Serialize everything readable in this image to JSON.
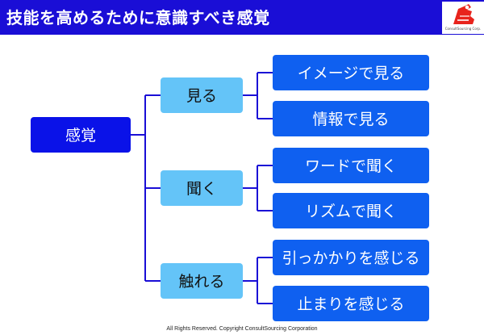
{
  "header": {
    "title": "技能を高めるために意識すべき感覚",
    "logo_text": "ConsultSourcing Corp."
  },
  "diagram": {
    "root": "感覚",
    "branches": [
      {
        "label": "見る",
        "children": [
          "イメージで見る",
          "情報で見る"
        ]
      },
      {
        "label": "聞く",
        "children": [
          "ワードで聞く",
          "リズムで聞く"
        ]
      },
      {
        "label": "触れる",
        "children": [
          "引っかかりを感じる",
          "止まりを感じる"
        ]
      }
    ]
  },
  "colors": {
    "header": "#1a0ed6",
    "root": "#0a12e8",
    "branch": "#64c4f8",
    "leaf": "#0f60f0",
    "connector": "#1a0ed6"
  },
  "footer": {
    "text": "All Rights Reserved. Copyright   ConsultSourcing Corporation"
  }
}
